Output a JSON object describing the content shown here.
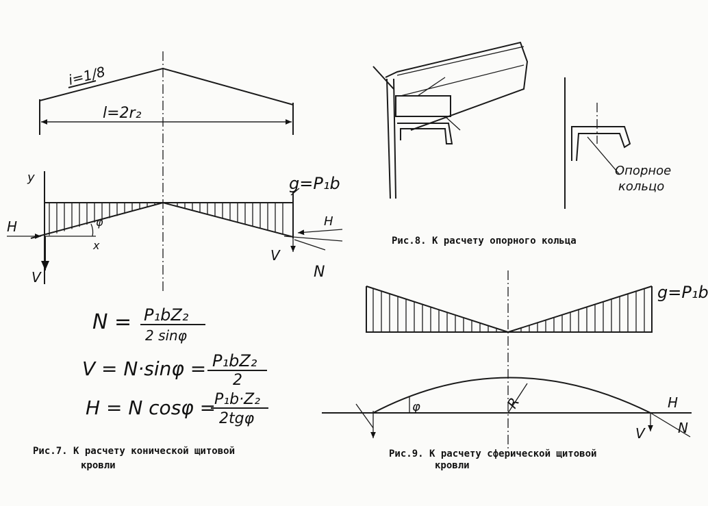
{
  "fig7": {
    "slope_label": "i=1/8",
    "span_label": "l=2r₂",
    "axis_y": "y",
    "axis_x": "x",
    "H": "H",
    "V": "V",
    "N": "N",
    "phi": "φ",
    "load_label": "g=P₁b",
    "formulas": {
      "N_lhs": "N =",
      "N_num": "P₁bZ₂",
      "N_den": "2 sinφ",
      "V_lhs": "V = N·sinφ =",
      "V_num": "P₁bZ₂",
      "V_den": "2",
      "H_lhs": "H = N cosφ =",
      "H_num": "P₁b·Z₂",
      "H_den": "2tgφ"
    },
    "caption_line1": "Рис.7. К расчету конической щитовой",
    "caption_line2": "кровли"
  },
  "fig8": {
    "ring_label_line1": "Опорное",
    "ring_label_line2": "кольцо",
    "caption": "Рис.8. К  расчету опорного кольца"
  },
  "fig9": {
    "load_label": "g=P₁b",
    "phi": "φ",
    "R": "R",
    "H": "H",
    "V": "V",
    "N": "N",
    "caption_line1": "Рис.9. К расчету сферической щитовой",
    "caption_line2": "кровли"
  }
}
